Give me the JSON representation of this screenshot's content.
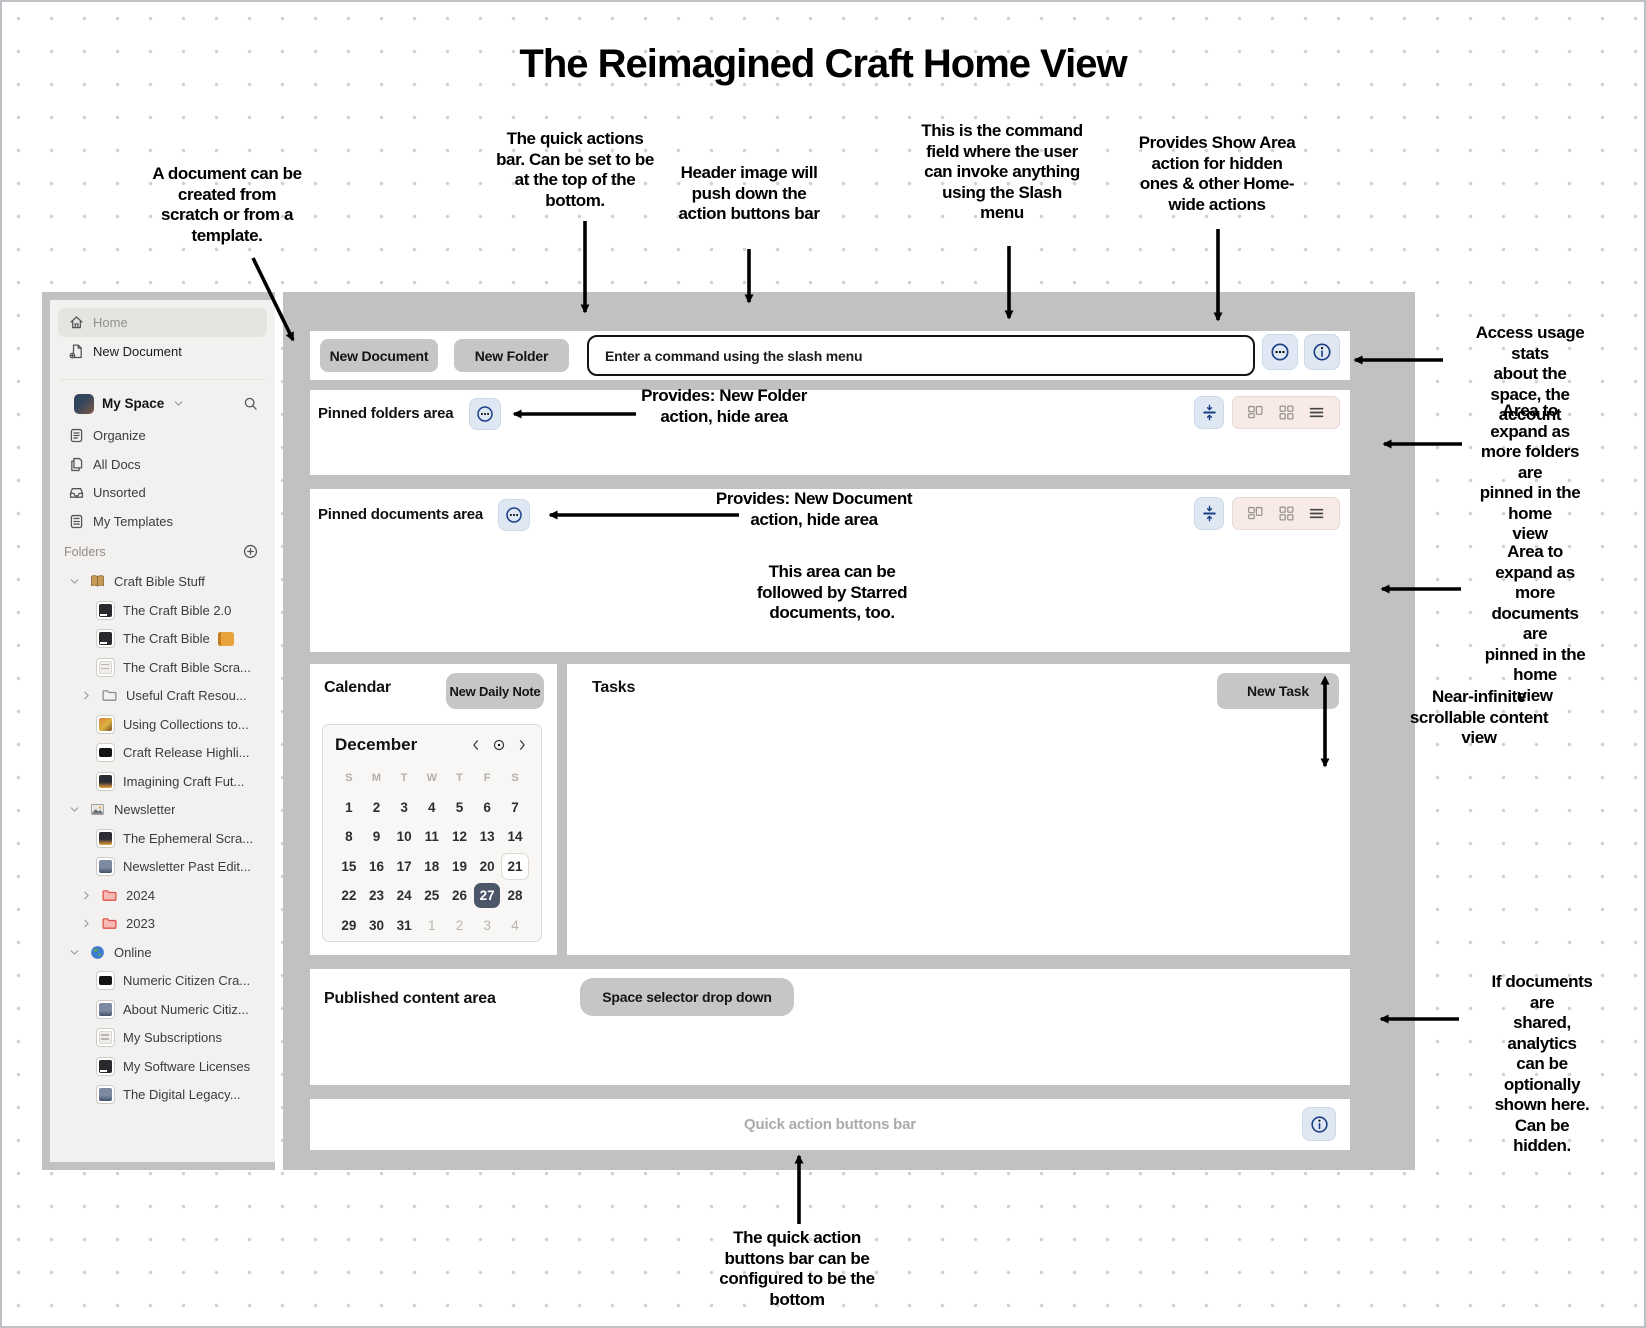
{
  "page": {
    "title": "The Reimagined Craft Home View"
  },
  "annotations": {
    "doc_create": "A document can be\ncreated from\nscratch or from a\ntemplate.",
    "quick_actions_bar": "The quick actions\nbar. Can be set to be\nat the top of the\nbottom.",
    "header_image": "Header image will\npush down the\naction buttons bar",
    "command_field": "This is the command\nfield where the user\ncan invoke anything\nusing the Slash\nmenu",
    "show_area": "Provides Show Area\naction for hidden\nones & other Home-\nwide actions",
    "usage_stats": "Access usage stats\nabout the space, the\naccount",
    "folders_expand": "Area to expand as\nmore folders are\npinned in the home\nview",
    "documents_expand": "Area to expand as\nmore documents are\npinned in the home\nview",
    "scrollable": "Near-infinite\nscrollable content\nview",
    "analytics": "If documents are\nshared, analytics\ncan be optionally\nshown here. Can be\nhidden.",
    "provides_new_folder": "Provides: New Folder\naction, hide area",
    "provides_new_document": "Provides: New Document\naction, hide area",
    "starred": "This area can be\nfollowed by Starred\ndocuments, too.",
    "bottom_bar": "The quick action\nbuttons bar can be\nconfigured to be the\nbottom"
  },
  "sidebar": {
    "rows": [
      {
        "type": "item",
        "label": "Home",
        "icon": "home",
        "selected": true
      },
      {
        "type": "item",
        "label": "New Document",
        "icon": "new-document",
        "dark": true
      },
      {
        "type": "divider"
      },
      {
        "type": "space",
        "label": "My Space",
        "avatar_icon": "avatar",
        "chevron_icon": "chevron-down",
        "search_icon": "search"
      },
      {
        "type": "item",
        "label": "Organize",
        "icon": "organize"
      },
      {
        "type": "item",
        "label": "All Docs",
        "icon": "all-docs"
      },
      {
        "type": "item",
        "label": "Unsorted",
        "icon": "unsorted"
      },
      {
        "type": "item",
        "label": "My Templates",
        "icon": "templates"
      },
      {
        "type": "section",
        "label": "Folders",
        "add_icon": "plus-circle"
      },
      {
        "type": "item",
        "label": "Craft Bible Stuff",
        "icon": "book",
        "chevron": "down"
      },
      {
        "type": "item",
        "label": "The Craft Bible 2.0",
        "icon": "doc-thumbnail",
        "thumb": "dark",
        "depth": 1
      },
      {
        "type": "item",
        "label": "The Craft Bible",
        "icon": "doc-thumbnail",
        "thumb": "dark",
        "depth": 1,
        "suffix_icon": "notebook-emoji"
      },
      {
        "type": "item",
        "label": "The Craft Bible Scra...",
        "icon": "doc-thumbnail",
        "thumb": "light",
        "depth": 1
      },
      {
        "type": "item",
        "label": "Useful Craft Resou...",
        "icon": "folder",
        "chevron": "right",
        "depth": 1
      },
      {
        "type": "item",
        "label": "Using Collections to...",
        "icon": "doc-thumbnail",
        "thumb": "art",
        "depth": 1
      },
      {
        "type": "item",
        "label": "Craft Release Highli...",
        "icon": "doc-thumbnail",
        "thumb": "banner",
        "depth": 1
      },
      {
        "type": "item",
        "label": "Imagining Craft Fut...",
        "icon": "doc-thumbnail",
        "thumb": "sunset",
        "depth": 1
      },
      {
        "type": "item",
        "label": "Newsletter",
        "icon": "newsletter-image",
        "chevron": "down"
      },
      {
        "type": "item",
        "label": "The Ephemeral Scra...",
        "icon": "doc-thumbnail",
        "thumb": "sunset",
        "depth": 1
      },
      {
        "type": "item",
        "label": "Newsletter Past Edit...",
        "icon": "doc-thumbnail",
        "thumb": "photo",
        "depth": 1
      },
      {
        "type": "item",
        "label": "2024",
        "icon": "folder-red",
        "chevron": "right",
        "depth": 1
      },
      {
        "type": "item",
        "label": "2023",
        "icon": "folder-red",
        "chevron": "right",
        "depth": 1
      },
      {
        "type": "item",
        "label": "Online",
        "icon": "globe",
        "chevron": "down"
      },
      {
        "type": "item",
        "label": "Numeric Citizen Cra...",
        "icon": "doc-thumbnail",
        "thumb": "banner",
        "depth": 1
      },
      {
        "type": "item",
        "label": "About Numeric Citiz...",
        "icon": "doc-thumbnail",
        "thumb": "photo",
        "depth": 1
      },
      {
        "type": "item",
        "label": "My Subscriptions",
        "icon": "doc-thumbnail",
        "thumb": "light",
        "depth": 1
      },
      {
        "type": "item",
        "label": "My Software Licenses",
        "icon": "doc-thumbnail",
        "thumb": "dark",
        "depth": 1
      },
      {
        "type": "item",
        "label": "The Digital Legacy...",
        "icon": "doc-thumbnail",
        "thumb": "photo",
        "depth": 1
      }
    ]
  },
  "main": {
    "quick_bar": {
      "new_document": "New Document",
      "new_folder": "New Folder",
      "command_placeholder": "Enter a command using the slash menu",
      "menu_icon": "ellipsis-circle-icon",
      "info_icon": "info-circle-icon"
    },
    "pinned_folders": {
      "label": "Pinned folders area",
      "menu_icon": "ellipsis-circle-icon",
      "collapse_icon": "collapse-vertical-icon",
      "view_icons": [
        "board-view-icon",
        "grid-view-icon",
        "list-view-icon"
      ],
      "active_view": "list"
    },
    "pinned_documents": {
      "label": "Pinned documents area",
      "menu_icon": "ellipsis-circle-icon",
      "collapse_icon": "collapse-vertical-icon",
      "view_icons": [
        "board-view-icon",
        "grid-view-icon",
        "list-view-icon"
      ],
      "active_view": "list"
    },
    "calendar": {
      "label": "Calendar",
      "new_daily_note": "New Daily Note",
      "month": "December",
      "nav_icons": [
        "prev-month-icon",
        "today-icon",
        "next-month-icon"
      ],
      "weekdays": [
        "S",
        "M",
        "T",
        "W",
        "T",
        "F",
        "S"
      ],
      "weeks": [
        [
          1,
          2,
          3,
          4,
          5,
          6,
          7
        ],
        [
          8,
          9,
          10,
          11,
          12,
          13,
          14
        ],
        [
          15,
          16,
          17,
          18,
          19,
          20,
          21
        ],
        [
          22,
          23,
          24,
          25,
          26,
          27,
          28
        ],
        [
          29,
          30,
          31,
          1,
          2,
          3,
          4
        ]
      ],
      "selected_day": 27,
      "outlined_day": 21
    },
    "tasks": {
      "label": "Tasks",
      "new_task": "New Task"
    },
    "published": {
      "label": "Published content area",
      "space_selector": "Space selector drop down"
    },
    "bottom_bar": {
      "placeholder": "Quick action buttons bar",
      "info_icon": "info-circle-icon"
    },
    "colors": {
      "canvas_gray": "#c1c1c1",
      "accent_blue": "#1c3e86",
      "blue_button_bg": "#dfe8f2",
      "pink_pill_bg": "#f7eae7",
      "selected_day_bg": "#4b5669"
    }
  }
}
